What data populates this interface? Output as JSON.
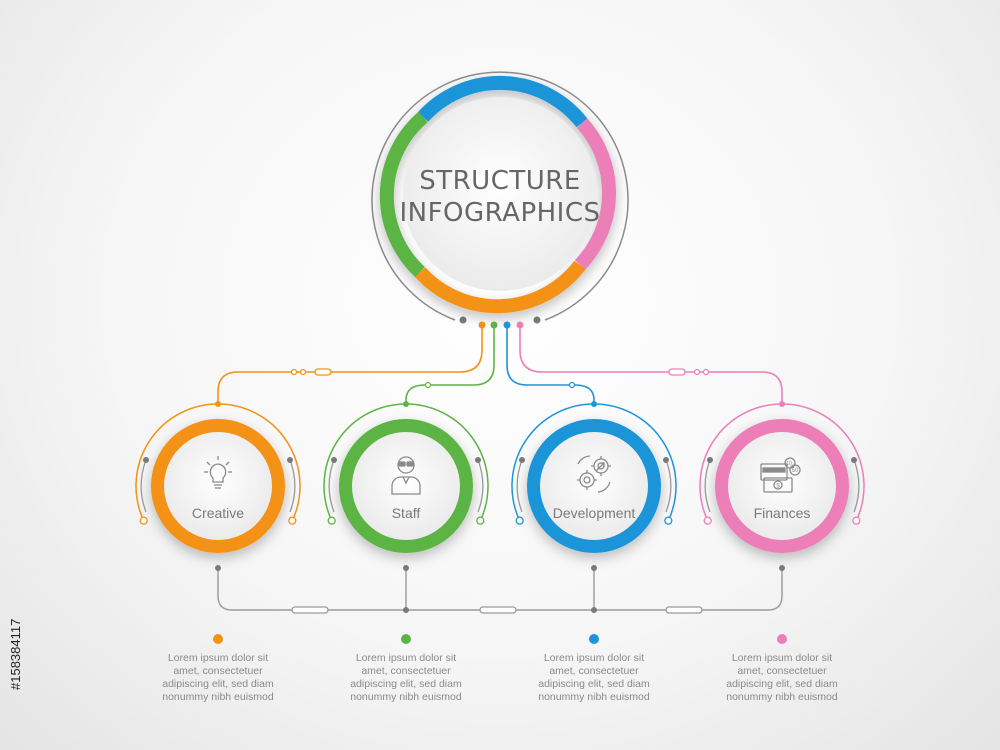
{
  "title": {
    "line1": "STRUCTURE",
    "line2": "INFOGRAPHICS"
  },
  "colors": {
    "orange": "#f39214",
    "green": "#5cb445",
    "blue": "#1e95d8",
    "pink": "#ec7fb8",
    "line": "#9a9a9a"
  },
  "nodes": [
    {
      "label": "Creative",
      "icon": "lightbulb-icon",
      "color": "#f39214",
      "text": [
        "Lorem ipsum dolor sit",
        "amet, consectetuer",
        "adipiscing elit, sed diam",
        "nonummy nibh euismod"
      ]
    },
    {
      "label": "Staff",
      "icon": "person-icon",
      "color": "#5cb445",
      "text": [
        "Lorem ipsum dolor sit",
        "amet, consectetuer",
        "adipiscing elit, sed diam",
        "nonummy nibh euismod"
      ]
    },
    {
      "label": "Development",
      "icon": "gears-icon",
      "color": "#1e95d8",
      "text": [
        "Lorem ipsum dolor sit",
        "amet, consectetuer",
        "adipiscing elit, sed diam",
        "nonummy nibh euismod"
      ]
    },
    {
      "label": "Finances",
      "icon": "money-icon",
      "color": "#ec7fb8",
      "text": [
        "Lorem ipsum dolor sit",
        "amet, consectetuer",
        "adipiscing elit, sed diam",
        "nonummy nibh euismod"
      ]
    }
  ],
  "watermark": "#158384117"
}
